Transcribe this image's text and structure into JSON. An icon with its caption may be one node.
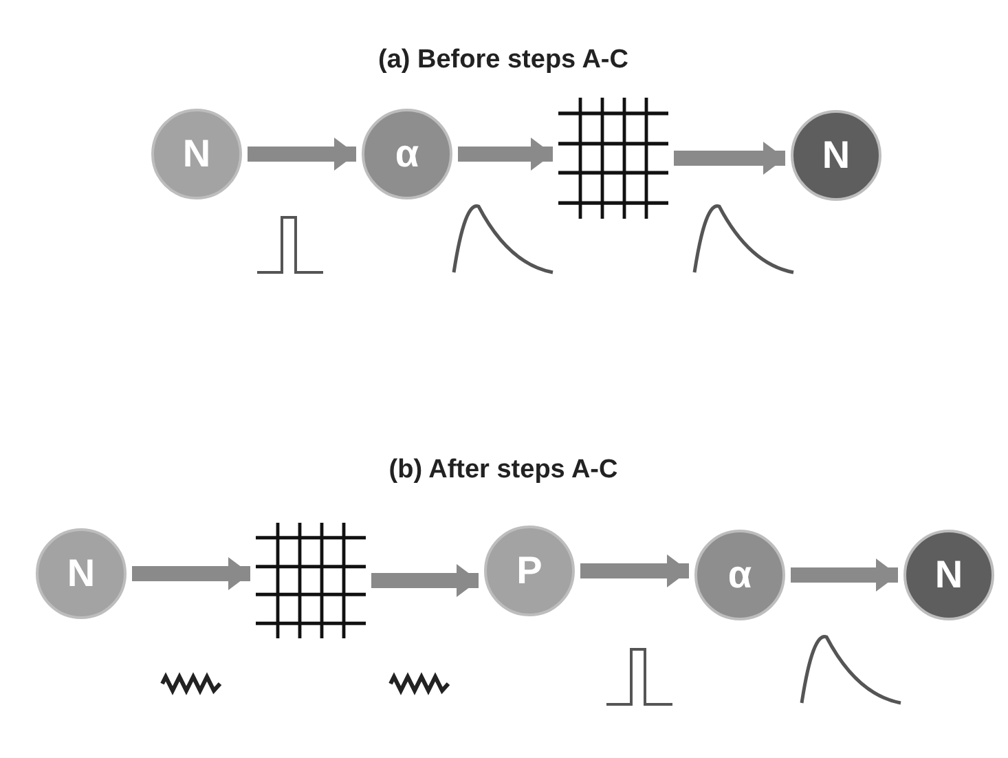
{
  "diagram": {
    "nodes": [
      {
        "text": [
          "N"
        ]
      },
      {
        "text": [
          "α"
        ]
      },
      {
        "text": [],
        "shape": "picture"
      },
      {
        "text": [
          "N"
        ]
      },
      {
        "text": [
          "N"
        ]
      },
      {
        "text": [],
        "shape": "picture"
      },
      {
        "text": [
          "P"
        ]
      },
      {
        "text": [
          "α"
        ]
      },
      {
        "text": [
          "N"
        ]
      }
    ],
    "edges": [
      {
        "from": 0,
        "to": 1,
        "arrow": "to"
      },
      {
        "from": 1,
        "to": 2,
        "arrow": "to"
      },
      {
        "from": 2,
        "to": 3,
        "arrow": "to"
      },
      {
        "from": 4,
        "to": 5,
        "arrow": "to"
      },
      {
        "from": 5,
        "to": 6,
        "arrow": "to"
      },
      {
        "from": 6,
        "to": 7,
        "arrow": "to"
      },
      {
        "from": 7,
        "to": 8,
        "arrow": "to"
      }
    ],
    "labels": [
      "(a) Before steps A-C",
      "(b) After steps A-C"
    ]
  }
}
